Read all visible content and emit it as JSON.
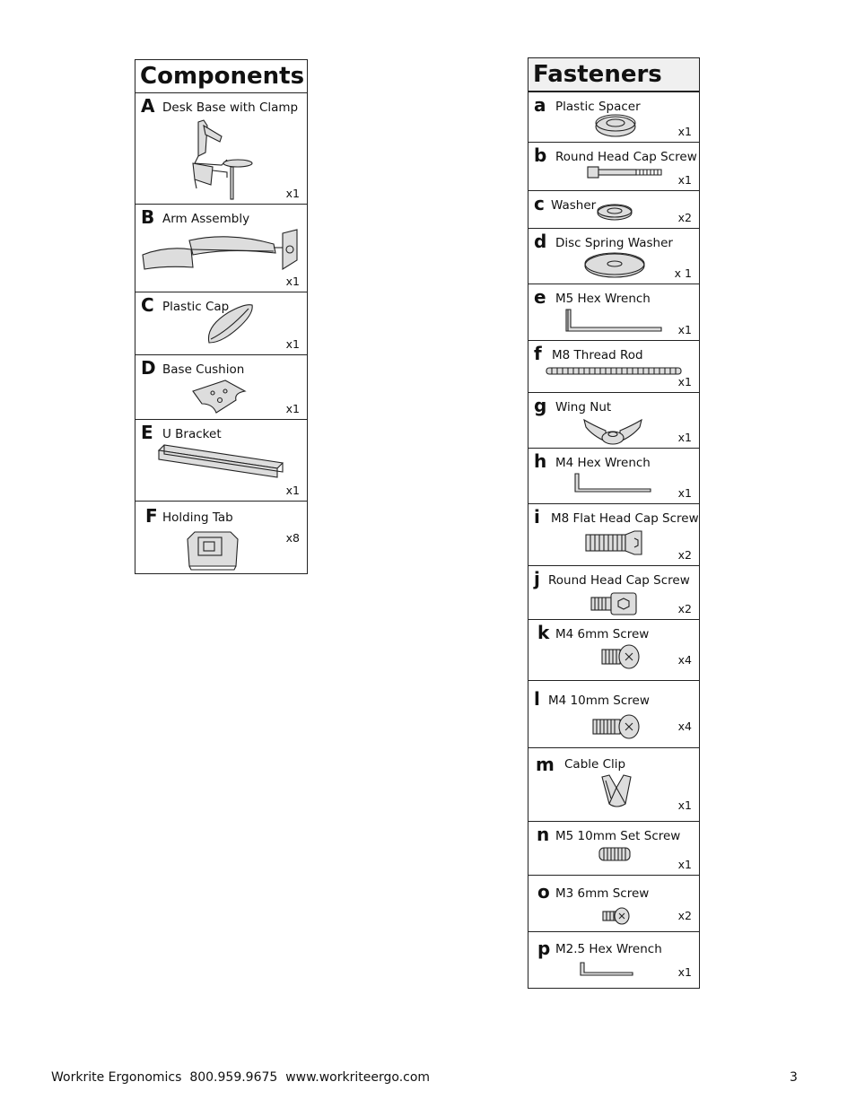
{
  "components": {
    "title": "Components",
    "items": [
      {
        "letter": "A",
        "name": "Desk Base with Clamp",
        "qty": "x1",
        "icon": "desk-base-with-clamp-icon"
      },
      {
        "letter": "B",
        "name": "Arm Assembly",
        "qty": "x1",
        "icon": "arm-assembly-icon"
      },
      {
        "letter": "C",
        "name": "Plastic Cap",
        "qty": "x1",
        "icon": "plastic-cap-icon"
      },
      {
        "letter": "D",
        "name": "Base Cushion",
        "qty": "x1",
        "icon": "base-cushion-icon"
      },
      {
        "letter": "E",
        "name": "U Bracket",
        "qty": "x1",
        "icon": "u-bracket-icon"
      },
      {
        "letter": "F",
        "name": "Holding Tab",
        "qty": "x8",
        "icon": "holding-tab-icon"
      }
    ]
  },
  "fasteners": {
    "title": "Fasteners",
    "items": [
      {
        "letter": "a",
        "name": "Plastic Spacer",
        "qty": "x1",
        "icon": "plastic-spacer-icon"
      },
      {
        "letter": "b",
        "name": "Round Head Cap Screw",
        "qty": "x1",
        "icon": "long-cap-screw-icon"
      },
      {
        "letter": "c",
        "name": "Washer",
        "qty": "x2",
        "icon": "washer-icon"
      },
      {
        "letter": "d",
        "name": "Disc Spring Washer",
        "qty": "x 1",
        "icon": "disc-spring-washer-icon"
      },
      {
        "letter": "e",
        "name": "M5 Hex Wrench",
        "qty": "x1",
        "icon": "hex-wrench-icon"
      },
      {
        "letter": "f",
        "name": "M8 Thread Rod",
        "qty": "x1",
        "icon": "thread-rod-icon"
      },
      {
        "letter": "g",
        "name": "Wing Nut",
        "qty": "x1",
        "icon": "wing-nut-icon"
      },
      {
        "letter": "h",
        "name": "M4 Hex Wrench",
        "qty": "x1",
        "icon": "hex-wrench-icon"
      },
      {
        "letter": "i",
        "name": "M8 Flat Head Cap Screw",
        "qty": "x2",
        "icon": "flat-head-screw-icon"
      },
      {
        "letter": "j",
        "name": "Round Head Cap Screw",
        "qty": "x2",
        "icon": "cap-screw-icon"
      },
      {
        "letter": "k",
        "name": "M4 6mm Screw",
        "qty": "x4",
        "icon": "phillips-screw-icon"
      },
      {
        "letter": "l",
        "name": "M4 10mm Screw",
        "qty": "x4",
        "icon": "phillips-screw-icon"
      },
      {
        "letter": "m",
        "name": "Cable Clip",
        "qty": "x1",
        "icon": "cable-clip-icon"
      },
      {
        "letter": "n",
        "name": "M5 10mm Set Screw",
        "qty": "x1",
        "icon": "set-screw-icon"
      },
      {
        "letter": "o",
        "name": "M3 6mm Screw",
        "qty": "x2",
        "icon": "phillips-screw-icon"
      },
      {
        "letter": "p",
        "name": "M2.5 Hex Wrench",
        "qty": "x1",
        "icon": "hex-wrench-icon"
      }
    ]
  },
  "footer": {
    "company": "Workrite Ergonomics",
    "phone": "800.959.9675",
    "website": "www.workriteergo.com",
    "page_number": "3"
  }
}
